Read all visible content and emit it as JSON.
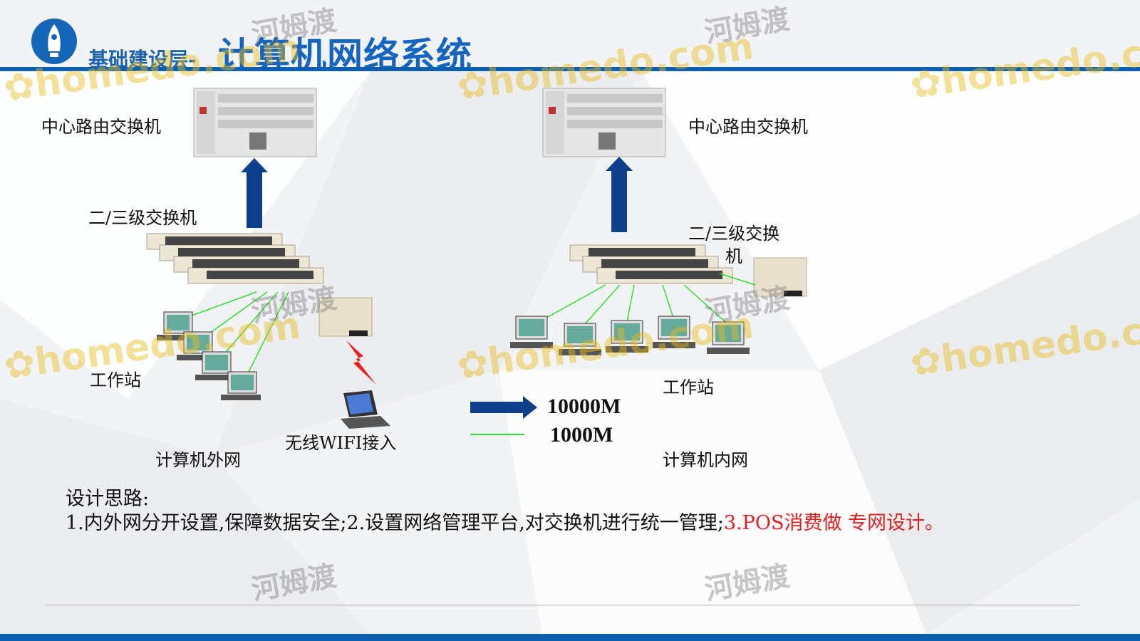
{
  "header": {
    "subtitle": "基础建设层-",
    "title": "计算机网络系统"
  },
  "diagram": {
    "left": {
      "core_label": "中心路由交换机",
      "switch_label": "二/三级交换机",
      "workstation_label": "工作站",
      "wifi_label": "无线WIFI接入",
      "network_label": "计算机外网"
    },
    "right": {
      "core_label": "中心路由交换机",
      "switch_label_line1": "二/三级交换",
      "switch_label_line2": "机",
      "workstation_label": "工作站",
      "network_label": "计算机内网"
    },
    "legend": {
      "arrow_label": "10000M",
      "line_label": "1000M"
    }
  },
  "notes": {
    "title": "设计思路:",
    "item1": "1.内外网分开设置,保障数据安全;",
    "item2": "2.设置网络管理平台,对交换机进行统一管理;",
    "item3": "3.POS消费做 专网设计。"
  },
  "watermark": {
    "brand": "homedo.com",
    "cn": "河姆渡"
  },
  "colors": {
    "brand_blue": "#1565c0",
    "arrow_blue": "#0d3f8a",
    "link_green": "#33dd33",
    "highlight_red": "#e02020"
  }
}
